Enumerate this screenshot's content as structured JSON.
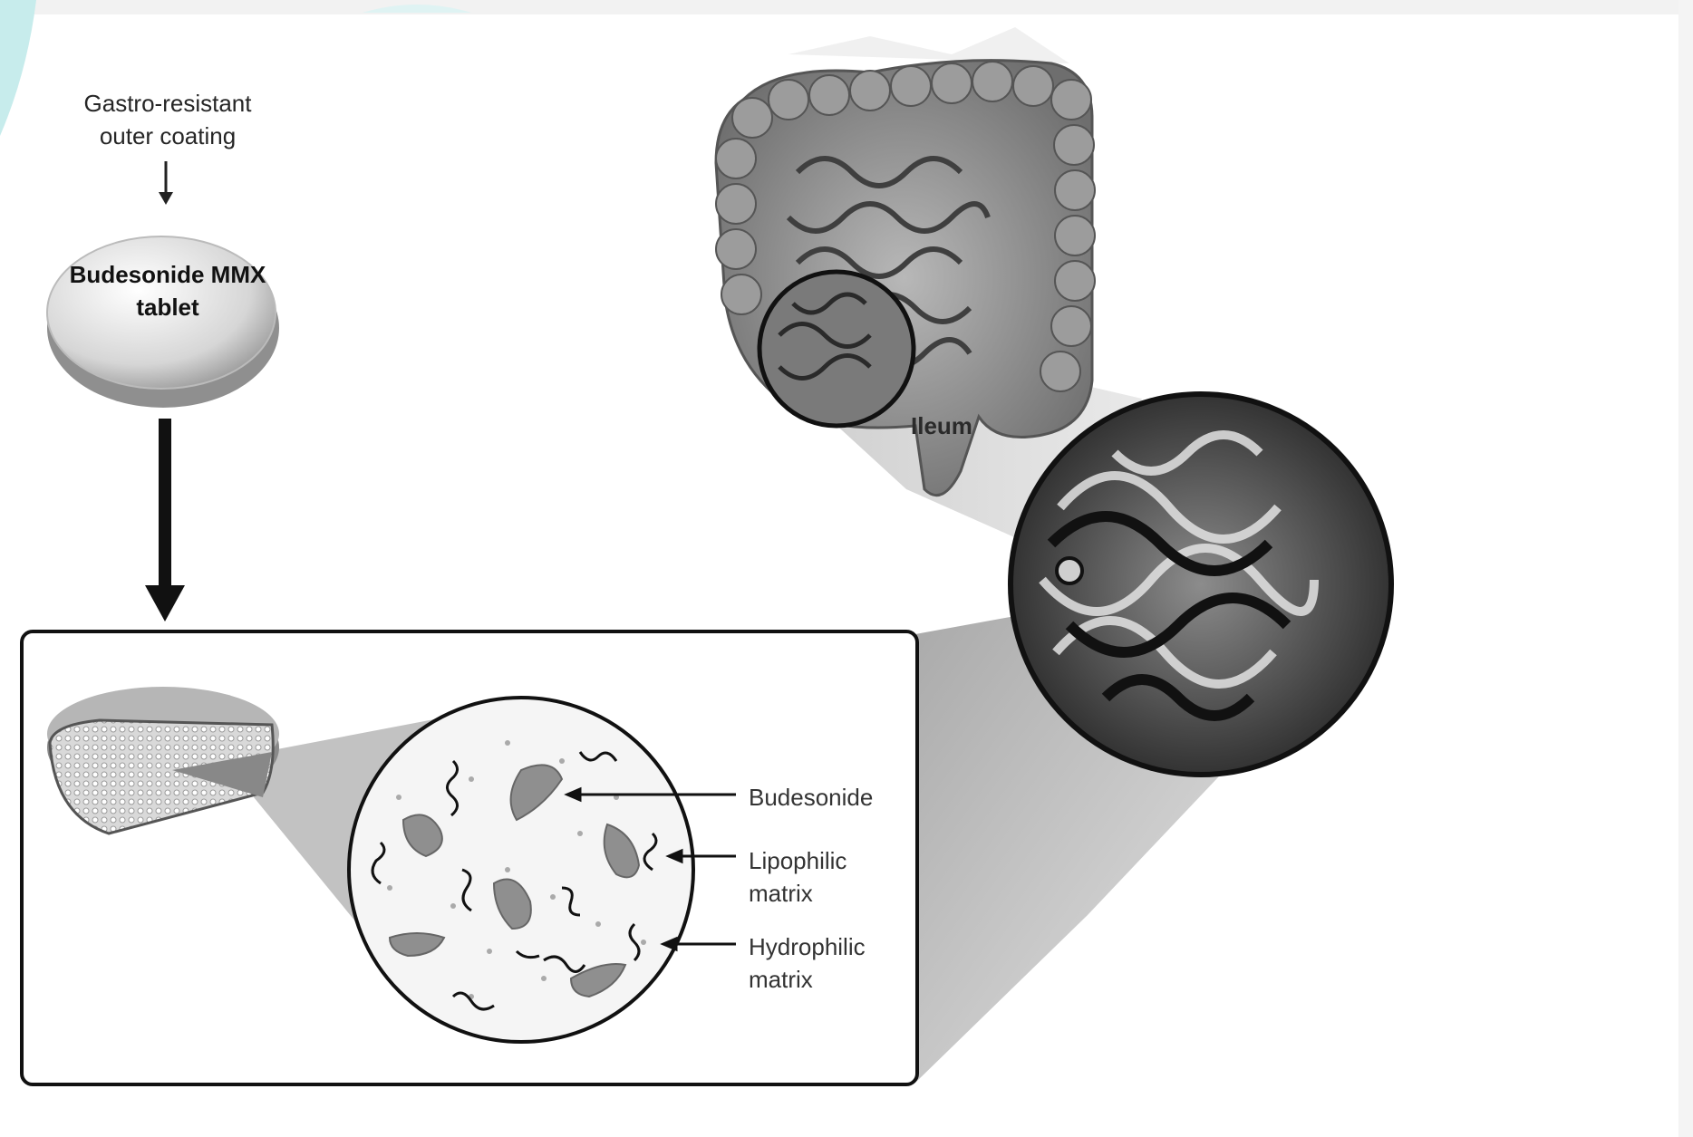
{
  "labels": {
    "coating": "Gastro-resistant outer coating",
    "tablet": "Budesonide MMX tablet",
    "ileum": "Ileum",
    "budesonide": "Budesonide",
    "lipophilic": "Lipophilic matrix",
    "hydrophilic": "Hydrophilic matrix"
  },
  "colors": {
    "accent_teal": "#c7ecec",
    "ink": "#111111",
    "cone_gray": "#bdbdbd",
    "tissue_gray": "#8a8a8a"
  }
}
